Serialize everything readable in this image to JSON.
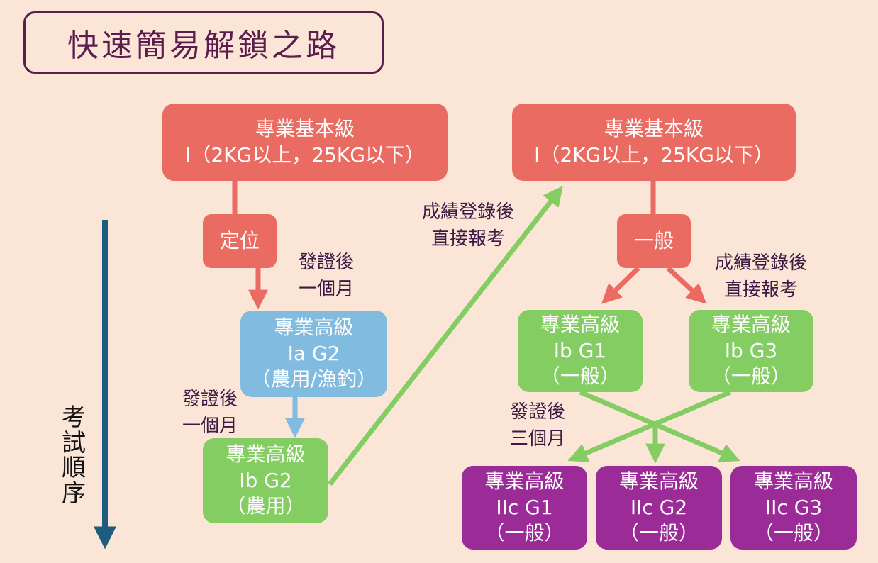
{
  "title": "快速簡易解鎖之路",
  "axis_label": [
    "考",
    "試",
    "順",
    "序"
  ],
  "colors": {
    "background": "#fbe5d6",
    "red": "#e96b61",
    "blue": "#82bbe0",
    "green": "#84cd63",
    "purple": "#9b2b96",
    "axis": "#1d5c7c",
    "text_dark": "#3f1843"
  },
  "left_path": {
    "basic": {
      "line1": "專業基本級",
      "line2": "I（2KG以上，25KG以下）"
    },
    "tag": "定位",
    "advanced_ia": {
      "line1": "專業高級",
      "line2": "Ia G2",
      "line3": "（農用/漁釣）"
    },
    "advanced_ib": {
      "line1": "專業高級",
      "line2": "Ib G2",
      "line3": "（農用）"
    },
    "note_after_basic": {
      "line1": "發證後",
      "line2": "一個月"
    },
    "note_after_ia": {
      "line1": "發證後",
      "line2": "一個月"
    }
  },
  "cross_note": {
    "line1": "成績登錄後",
    "line2": "直接報考"
  },
  "right_path": {
    "basic": {
      "line1": "專業基本級",
      "line2": "I（2KG以上，25KG以下）"
    },
    "tag": "一般",
    "note_direct": {
      "line1": "成績登錄後",
      "line2": "直接報考"
    },
    "ib_g1": {
      "line1": "專業高級",
      "line2": "Ib G1",
      "line3": "（一般）"
    },
    "ib_g3": {
      "line1": "專業高級",
      "line2": "Ib G3",
      "line3": "（一般）"
    },
    "note_three_months": {
      "line1": "發證後",
      "line2": "三個月"
    },
    "iic_g1": {
      "line1": "專業高級",
      "line2": "IIc G1",
      "line3": "（一般）"
    },
    "iic_g2": {
      "line1": "專業高級",
      "line2": "IIc G2",
      "line3": "（一般）"
    },
    "iic_g3": {
      "line1": "專業高級",
      "line2": "IIc G3",
      "line3": "（一般）"
    }
  }
}
